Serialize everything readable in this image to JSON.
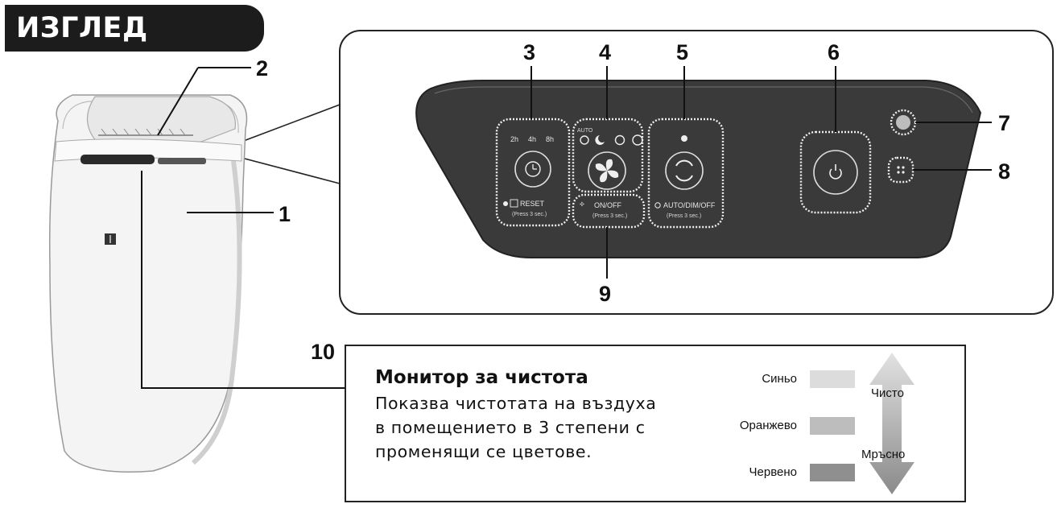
{
  "header": {
    "title": "ИЗГЛЕД ОТПРЕД"
  },
  "callouts": [
    "1",
    "2",
    "3",
    "4",
    "5",
    "6",
    "7",
    "8",
    "9",
    "10"
  ],
  "panel": {
    "timer_labels": [
      "2h",
      "4h",
      "8h"
    ],
    "reset_label": "RESET",
    "press_note": "(Press 3 sec.)",
    "onoff_label": "ON/OFF",
    "auto_label": "AUTO/DIM/OFF",
    "mode_small": "AUTO"
  },
  "monitor": {
    "title": "Монитор за чистота",
    "lines": [
      "Показва чистотата на въздуха",
      "в помещението в 3 степени с",
      "променящи се цветове."
    ],
    "levels": [
      {
        "label": "Синьо",
        "color": "#dcdcdc"
      },
      {
        "label": "Оранжево",
        "color": "#bdbdbd"
      },
      {
        "label": "Червено",
        "color": "#8f8f8f"
      }
    ],
    "arrow_top": "Чисто",
    "arrow_bottom": "Мръсно"
  }
}
